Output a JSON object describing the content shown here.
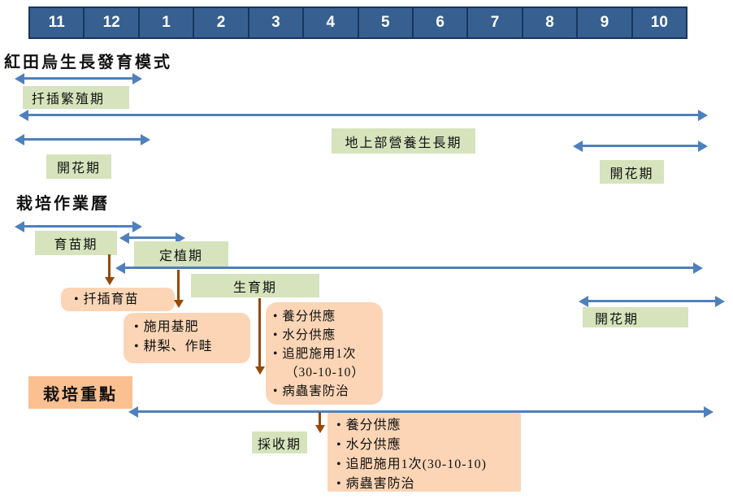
{
  "months": [
    "11",
    "12",
    "1",
    "2",
    "3",
    "4",
    "5",
    "6",
    "7",
    "8",
    "9",
    "10"
  ],
  "colors": {
    "month_bar_fill": "#376091",
    "month_bar_border": "#17365d",
    "label_green": "#d6e3bc",
    "note_orange": "#fbd5b5",
    "key_orange": "#fac090",
    "arrow_blue": "#4e80bc",
    "arrow_brown": "#974807"
  },
  "growth_model": {
    "title": "紅田烏生長發育模式",
    "cutting_propagation_label": "扦插繁殖期",
    "vegetative_growth_label": "地上部營養生長期",
    "flowering_label_left": "開花期",
    "flowering_label_right": "開花期"
  },
  "cultivation_calendar": {
    "title": "栽培作業曆",
    "nursery_label": "育苗期",
    "transplant_label": "定植期",
    "growing_label": "生育期",
    "flowering_label": "開花期",
    "harvest_label": "採收期",
    "cutting_seedling_note": "• 扦插育苗",
    "field_prep_notes": [
      "• 施用基肥",
      "• 耕梨、作畦"
    ],
    "growing_notes": [
      "• 養分供應",
      "• 水分供應",
      "• 追肥施用1次",
      "（30-10-10）",
      "• 病蟲害防治"
    ],
    "harvest_notes": [
      "• 養分供應",
      "• 水分供應",
      "• 追肥施用1次(30-10-10)",
      "• 病蟲害防治"
    ]
  },
  "key_points": {
    "title": "栽培重點"
  }
}
